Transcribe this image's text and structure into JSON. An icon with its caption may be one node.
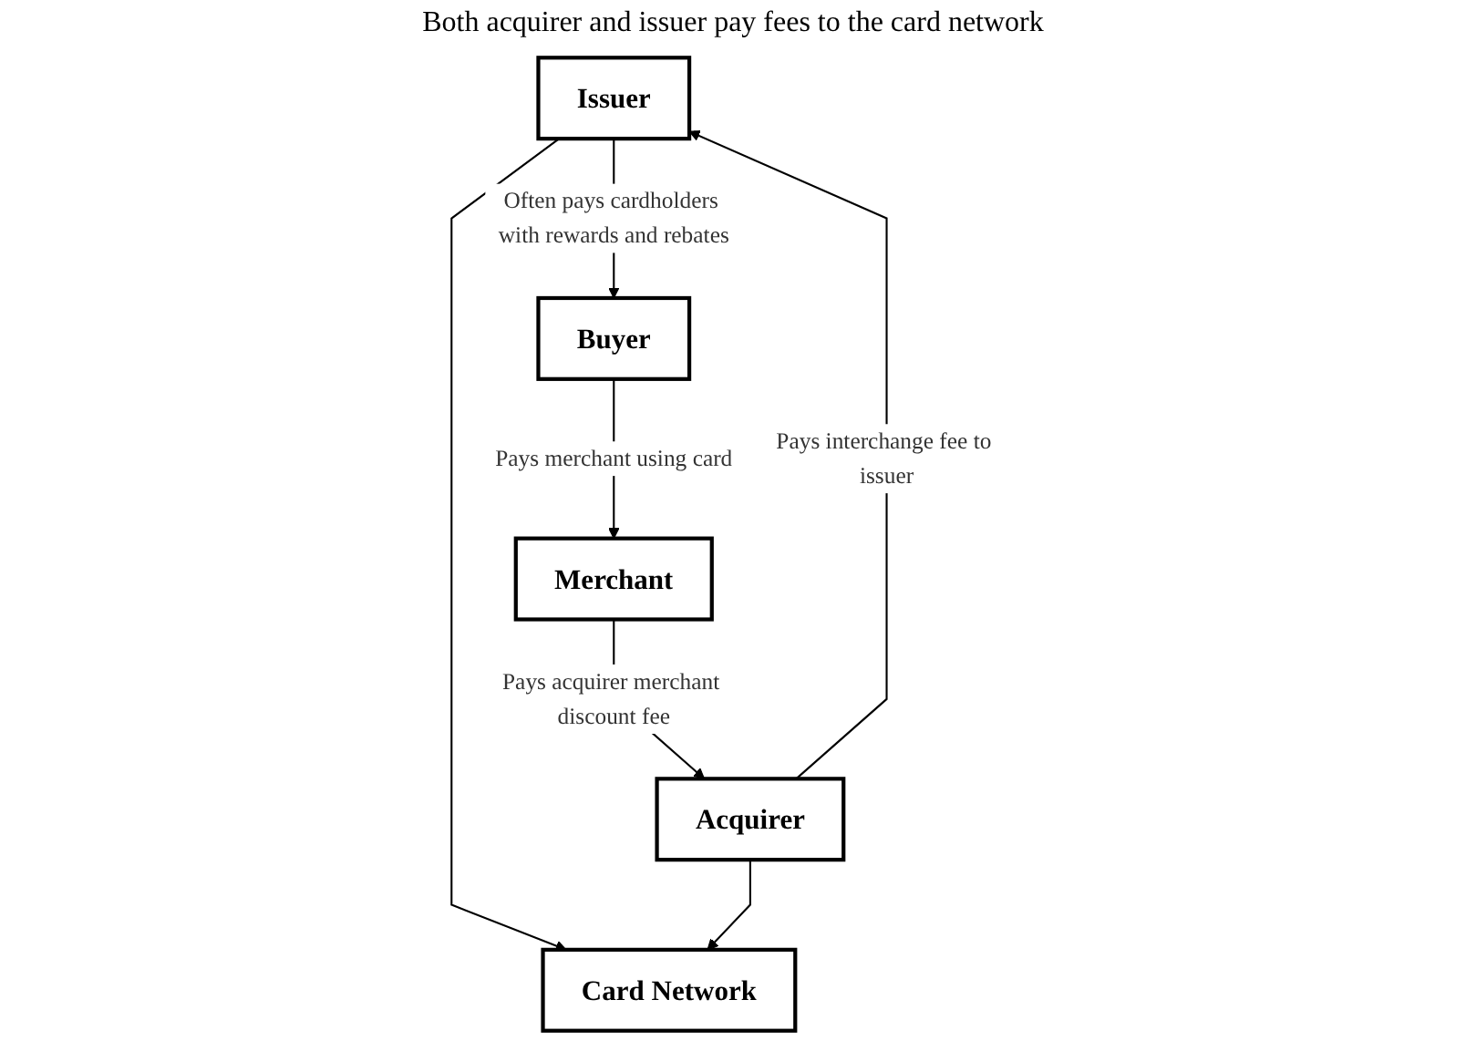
{
  "diagram": {
    "nodes": [
      {
        "text": [
          "Card Network"
        ]
      },
      {
        "text": [
          "Issuer"
        ]
      },
      {
        "text": [
          "Acquirer"
        ]
      },
      {
        "text": [
          "Buyer"
        ]
      },
      {
        "text": [
          "Merchant"
        ]
      }
    ],
    "edges": [
      {
        "from": 1,
        "to": 0,
        "arrow": "to"
      },
      {
        "from": 2,
        "to": 0,
        "arrow": "to"
      },
      {
        "from": 2,
        "to": 1,
        "arrow": "to",
        "label": "Pays interchange fee to issuer"
      },
      {
        "from": 1,
        "to": 3,
        "arrow": "to",
        "label": "Often pays cardholders with rewards and rebates"
      },
      {
        "from": 3,
        "to": 4,
        "arrow": "to",
        "label": "Pays merchant using card"
      },
      {
        "from": 4,
        "to": 2,
        "arrow": "to",
        "label": "Pays acquirer merchant discount fee"
      }
    ],
    "labels": [
      "Both acquirer and issuer pay fees to the card network"
    ]
  }
}
